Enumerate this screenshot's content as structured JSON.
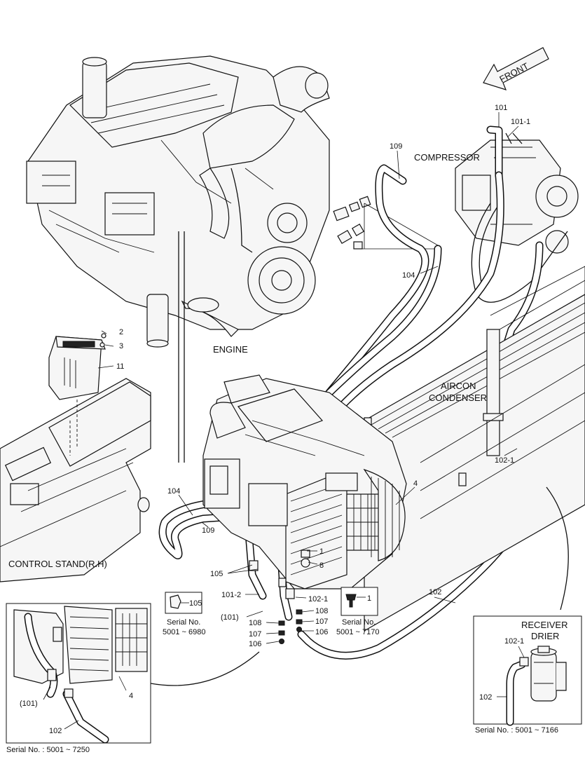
{
  "arrow": {
    "front": "FRONT"
  },
  "components": {
    "compressor": "COMPRESSOR",
    "engine": "ENGINE",
    "aircon_condenser_line1": "AIRCON",
    "aircon_condenser_line2": "CONDENSER",
    "control_stand": "CONTROL STAND(R.H)",
    "receiver_drier_line1": "RECEIVER",
    "receiver_drier_line2": "DRIER"
  },
  "callouts": {
    "c101": "101",
    "c101_1": "101-1",
    "c109_top": "109",
    "c104_top": "104",
    "c2": "2",
    "c3": "3",
    "c11": "11",
    "c102_1_right": "102-1",
    "c4_main": "4",
    "c104_left": "104",
    "c109_left": "109",
    "c105": "105",
    "c101_2": "101-2",
    "c101_paren": "(101)",
    "c108_a": "108",
    "c107_a": "107",
    "c106_a": "106",
    "c1_top": "1",
    "c8": "8",
    "c102_1_mid": "102-1",
    "c108_b": "108",
    "c107_b": "107",
    "c106_b": "106",
    "c102_mid": "102",
    "c1_box": "1",
    "c102_1_drier": "102-1",
    "c102_drier": "102",
    "c101_paren_inset": "(101)",
    "c4_inset": "4",
    "c102_inset": "102"
  },
  "serials": {
    "box105_title": "Serial No.",
    "box105_range": "5001 ~ 6980",
    "box105_part": "105",
    "box1_title": "Serial No.",
    "box1_range": "5001 ~ 7170",
    "box1_part": "1",
    "drier_note": "Serial No. : 5001 ~ 7166",
    "inset_note": "Serial No. : 5001 ~ 7250"
  }
}
